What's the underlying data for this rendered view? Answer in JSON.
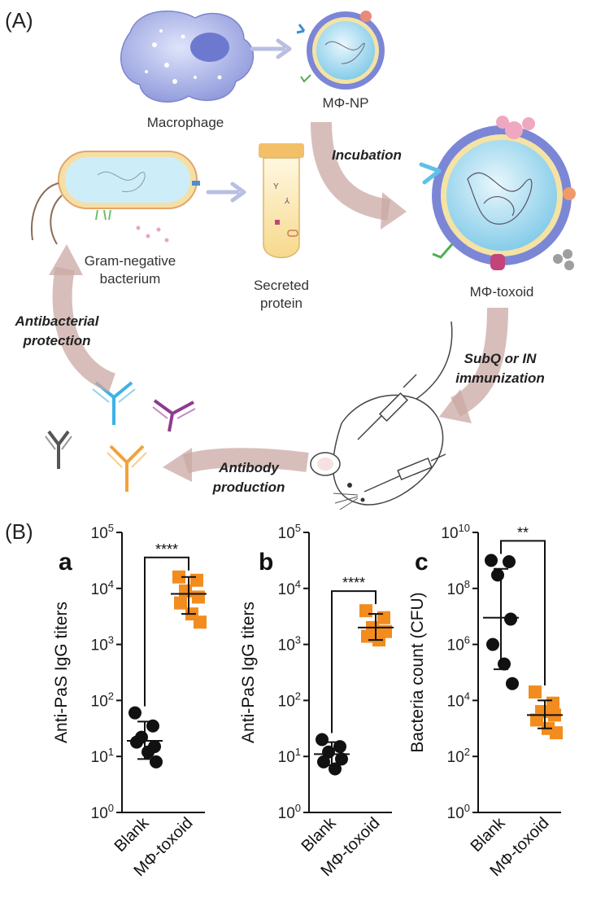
{
  "panel_a": {
    "label": "(A)",
    "macrophage": "Macrophage",
    "mphi_np": "MΦ-NP",
    "incubation": "Incubation",
    "bacterium_line1": "Gram-negative",
    "bacterium_line2": "bacterium",
    "secreted_line1": "Secreted",
    "secreted_line2": "protein",
    "mphi_toxoid": "MΦ-toxoid",
    "antibacterial_line1": "Antibacterial",
    "antibacterial_line2": "protection",
    "immunization_line1": "SubQ or IN",
    "immunization_line2": "immunization",
    "antibody_line1": "Antibody",
    "antibody_line2": "production"
  },
  "panel_b": {
    "label": "(B)"
  },
  "colors": {
    "blank": "#111111",
    "toxoid": "#f28c1e",
    "arrow": "#c9a8a3",
    "membrane": "#6f7ad6",
    "nucleus": "#8fd3ee"
  },
  "chart_data": [
    {
      "type": "scatter",
      "panel": "a",
      "ylabel": "Anti-PaS IgG titers",
      "yscale": "log",
      "ylim": [
        1,
        100000
      ],
      "yticks": [
        "10^0",
        "10^1",
        "10^2",
        "10^3",
        "10^4",
        "10^5"
      ],
      "categories": [
        "Blank",
        "MΦ-toxoid"
      ],
      "significance": "****",
      "series": [
        {
          "category": "Blank",
          "marker": "circle",
          "color": "#111111",
          "values": [
            60,
            35,
            22,
            15,
            18,
            12,
            8
          ],
          "mean": 19,
          "sd_range": [
            9,
            42
          ]
        },
        {
          "category": "MΦ-toxoid",
          "marker": "square",
          "color": "#f28c1e",
          "values": [
            16000,
            14000,
            9000,
            7000,
            5500,
            3500,
            2500
          ],
          "mean": 8000,
          "sd_range": [
            3500,
            16000
          ]
        }
      ]
    },
    {
      "type": "scatter",
      "panel": "b",
      "ylabel": "Anti-PaS IgG titers",
      "yscale": "log",
      "ylim": [
        1,
        100000
      ],
      "yticks": [
        "10^0",
        "10^1",
        "10^2",
        "10^3",
        "10^4",
        "10^5"
      ],
      "categories": [
        "Blank",
        "MΦ-toxoid"
      ],
      "significance": "****",
      "series": [
        {
          "category": "Blank",
          "marker": "circle",
          "color": "#111111",
          "values": [
            20,
            15,
            12,
            9,
            8,
            6
          ],
          "mean": 11,
          "sd_range": [
            7,
            18
          ]
        },
        {
          "category": "MΦ-toxoid",
          "marker": "square",
          "color": "#f28c1e",
          "values": [
            4000,
            3000,
            2000,
            1700,
            1400,
            1200
          ],
          "mean": 2000,
          "sd_range": [
            1200,
            3500
          ]
        }
      ]
    },
    {
      "type": "scatter",
      "panel": "c",
      "ylabel": "Bacteria count (CFU)",
      "yscale": "log",
      "ylim": [
        1,
        10000000000
      ],
      "yticks": [
        "10^0",
        "10^2",
        "10^4",
        "10^6",
        "10^8",
        "10^10"
      ],
      "categories": [
        "Blank",
        "MΦ-toxoid"
      ],
      "significance": "**",
      "series": [
        {
          "category": "Blank",
          "marker": "circle",
          "color": "#111111",
          "values": [
            1000000000,
            900000000,
            300000000,
            8000000,
            1000000,
            200000,
            40000
          ],
          "mean": 9000000,
          "sd_range": [
            130000,
            500000000
          ]
        },
        {
          "category": "MΦ-toxoid",
          "marker": "square",
          "color": "#f28c1e",
          "values": [
            20000,
            8000,
            4000,
            3000,
            2000,
            1000,
            700
          ],
          "mean": 3000,
          "sd_range": [
            1000,
            10000
          ]
        }
      ]
    }
  ]
}
